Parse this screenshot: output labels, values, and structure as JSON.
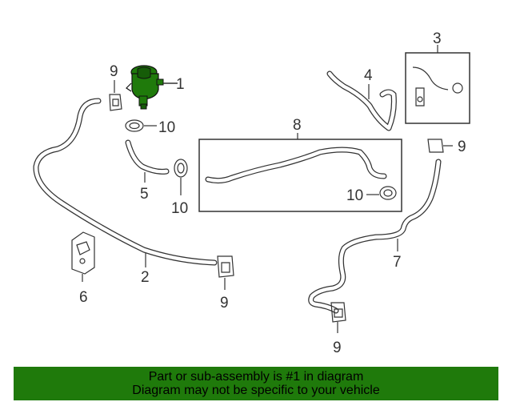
{
  "diagram": {
    "highlight_color": "#1f7a0b",
    "outline_color": "#333333",
    "callouts": {
      "pump": "1",
      "hose_lower": "2",
      "box_small": "3",
      "hose_upper_right": "4",
      "hose_short": "5",
      "bracket": "6",
      "hose_right": "7",
      "box_large": "8",
      "clip_top_left": "9",
      "clip_right": "9",
      "clip_lower_mid": "9",
      "clip_bottom_right": "9",
      "clamp_top": "10",
      "clamp_mid": "10",
      "clamp_box": "10"
    }
  },
  "footer": {
    "background": "#1f7a0b",
    "line1": "Part or sub-assembly is #1 in diagram",
    "line2": "Diagram may not be specific to your vehicle"
  }
}
